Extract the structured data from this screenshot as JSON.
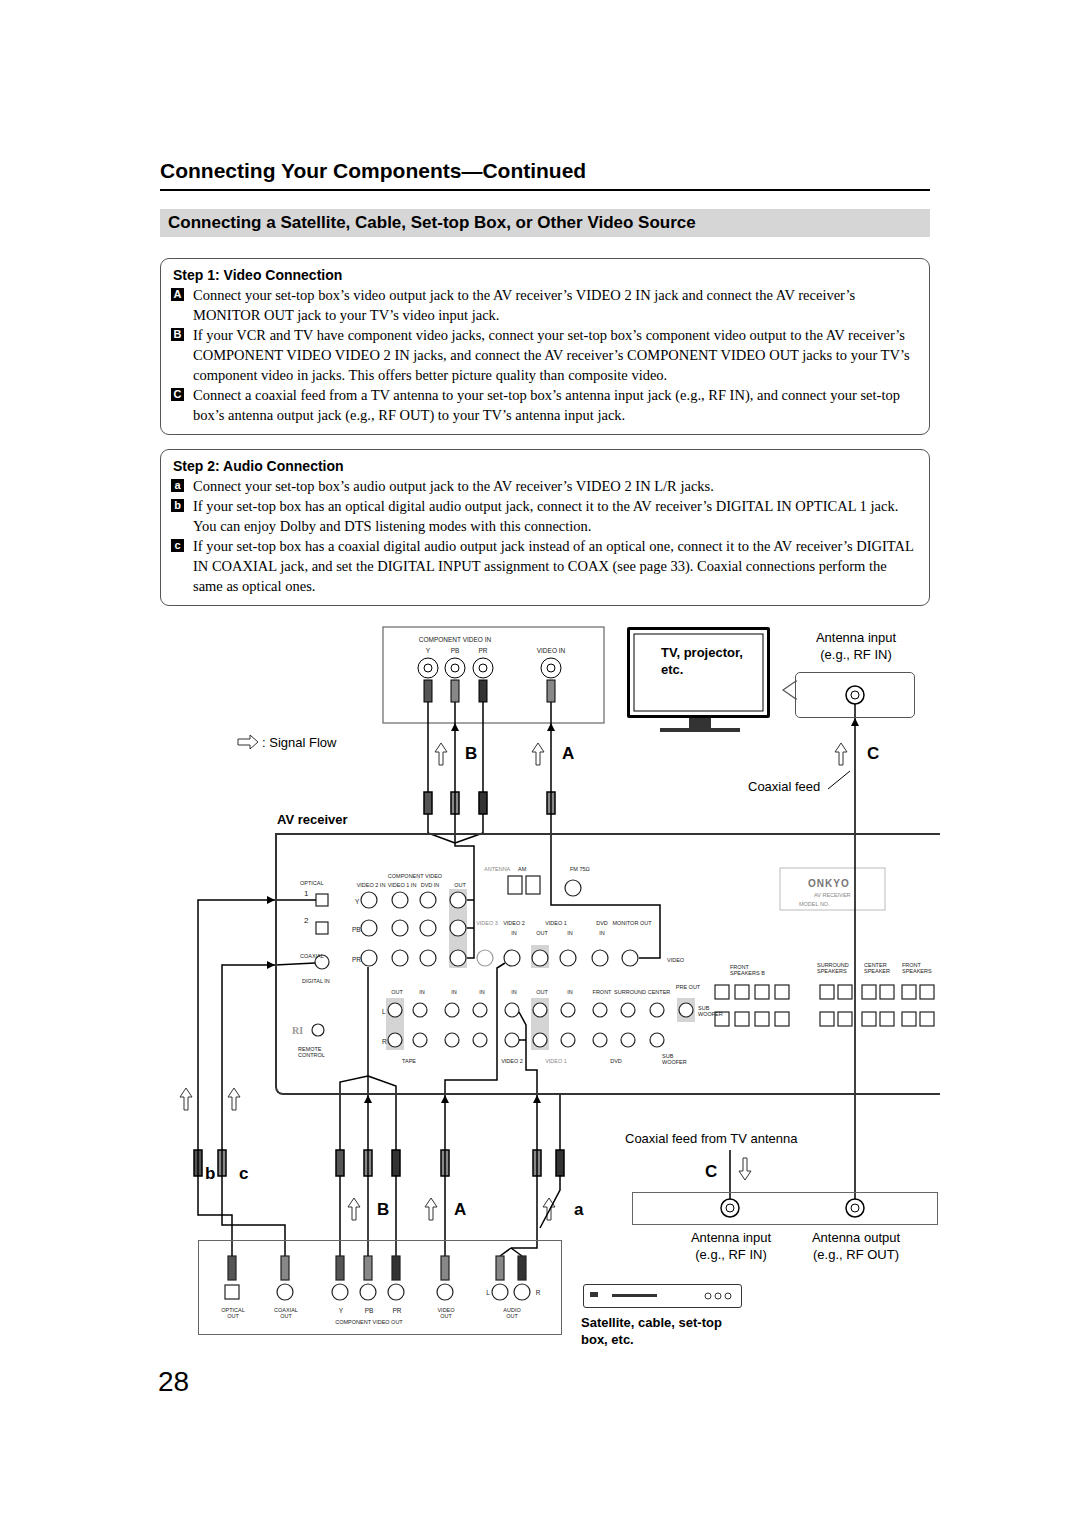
{
  "diagram": {
    "title": "Connecting Your Components—Continued",
    "nodes": [
      {
        "text": [
          "Connecting a Satellite, Cable, Set-top Box, or Other Video Source"
        ]
      },
      {
        "text": [
          "Step 1: Video Connection",
          "A",
          "Connect your set-top box’s video output jack to the AV receiver’s VIDEO 2 IN jack and connect the AV receiver’s MONITOR OUT jack to your TV’s video input jack.",
          "B",
          "If your VCR and TV have component video jacks, connect your set-top box’s component video output to the AV receiver’s COMPONENT VIDEO VIDEO 2 IN jacks, and connect the AV receiver’s COMPONENT VIDEO OUT jacks to your TV’s component video in jacks. This offers better picture quality than composite video.",
          "C",
          "Connect a coaxial feed from a TV antenna to your set-top box’s antenna input jack (e.g., RF IN), and connect your set-top box’s antenna output jack (e.g., RF OUT) to your TV’s antenna input jack."
        ]
      },
      {
        "text": [
          "Step 2: Audio Connection",
          "a",
          "Connect your set-top box’s audio output jack to the AV receiver’s VIDEO 2 IN L/R jacks.",
          "b",
          "If your set-top box has an optical digital audio output jack, connect it to the AV receiver’s DIGITAL IN OPTICAL 1 jack. You can enjoy Dolby and DTS listening modes with this connection.",
          "c",
          "If your set-top box has a coaxial digital audio output jack instead of an optical one, connect it to the AV receiver’s DIGITAL IN COAXIAL jack, and set the DIGITAL INPUT assignment to COAX (see page 33). Coaxial connections perform the same as optical ones."
        ]
      },
      {
        "text": [
          "COMPONENT VIDEO IN",
          "Y",
          "PB",
          "PR",
          "VIDEO IN"
        ]
      },
      {
        "text": [
          "TV, projector, etc."
        ]
      },
      {
        "text": [
          "Antenna input (e.g., RF IN)"
        ]
      },
      {
        "text": [
          "AV receiver",
          "COMPONENT VIDEO",
          "OPTICAL",
          "VIDEO 2 IN",
          "VIDEO 1 IN",
          "DVD IN",
          "OUT",
          "1",
          "2",
          "Y",
          "PB",
          "PR",
          "COAXIAL",
          "DIGITAL IN",
          "ANTENNA",
          "AM",
          "FM 75Ω",
          "VIDEO 3",
          "VIDEO 2",
          "VIDEO 1",
          "DVD",
          "MONITOR OUT",
          "IN",
          "OUT",
          "IN",
          "IN",
          "VIDEO",
          "ONKYO",
          "AV RECEIVER",
          "MODEL NO.",
          "FRONT SPEAKERS B",
          "SURROUND SPEAKERS",
          "CENTER SPEAKER",
          "FRONT SPEAKERS",
          "L",
          "R",
          "OUT",
          "IN",
          "IN",
          "IN",
          "IN",
          "OUT",
          "IN",
          "FRONT",
          "SURROUND",
          "CENTER",
          "PRE OUT",
          "SUB WOOFER",
          "TAPE",
          "VIDEO 2",
          "VIDEO 1",
          "DVD",
          "SUB WOOFER",
          "RI",
          "REMOTE CONTROL"
        ]
      },
      {
        "text": [
          "OPTICAL OUT",
          "COAXIAL OUT",
          "Y",
          "PB",
          "PR",
          "COMPONENT VIDEO OUT",
          "VIDEO OUT",
          "L",
          "R",
          "AUDIO OUT"
        ]
      },
      {
        "text": [
          "Satellite, cable, set-top box, etc."
        ]
      },
      {
        "text": [
          "Antenna input (e.g., RF IN)",
          "Antenna output (e.g., RF OUT)"
        ]
      }
    ],
    "edges": [
      {
        "from": 6,
        "to": 3,
        "label": "B",
        "arrow": "to"
      },
      {
        "from": 6,
        "to": 3,
        "label": "A",
        "arrow": "to"
      },
      {
        "from": 9,
        "to": 5,
        "label": "C",
        "arrow": "to"
      },
      {
        "from": 7,
        "to": 6,
        "label": "B",
        "arrow": "to"
      },
      {
        "from": 7,
        "to": 6,
        "label": "A",
        "arrow": "to"
      },
      {
        "from": 7,
        "to": 6,
        "label": "a",
        "arrow": "to"
      },
      {
        "from": 7,
        "to": 6,
        "label": "b",
        "arrow": "to"
      },
      {
        "from": 7,
        "to": 6,
        "label": "c",
        "arrow": "to"
      }
    ],
    "labels": [
      "Coaxial feed",
      "Coaxial feed from TV antenna",
      "C",
      "28"
    ],
    "legend": [
      {
        "text": ": Signal Flow"
      }
    ]
  }
}
